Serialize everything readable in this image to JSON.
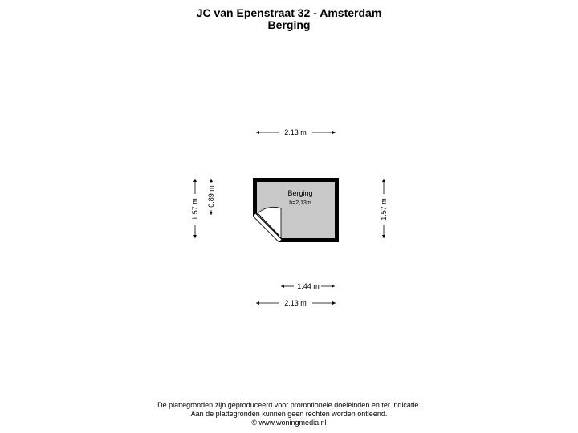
{
  "header": {
    "address": "JC van Epenstraat 32 - Amsterdam",
    "floor": "Berging"
  },
  "room": {
    "name": "Berging",
    "height": "h=2,13m",
    "fill_color": "#c8c8c8",
    "wall_color": "#000000"
  },
  "dimensions": {
    "top_width": "2.13 m",
    "bottom_inner": "1.44 m",
    "bottom_width": "2.13 m",
    "left_height": "1.57 m",
    "left_inner": "0.89 m",
    "right_height": "1.57 m"
  },
  "footer": {
    "line1": "De plattegronden zijn geproduceerd voor promotionele doeleinden en ter indicatie.",
    "line2": "Aan de plattegronden kunnen geen rechten worden ontleend.",
    "line3": "© www.woningmedia.nl"
  }
}
